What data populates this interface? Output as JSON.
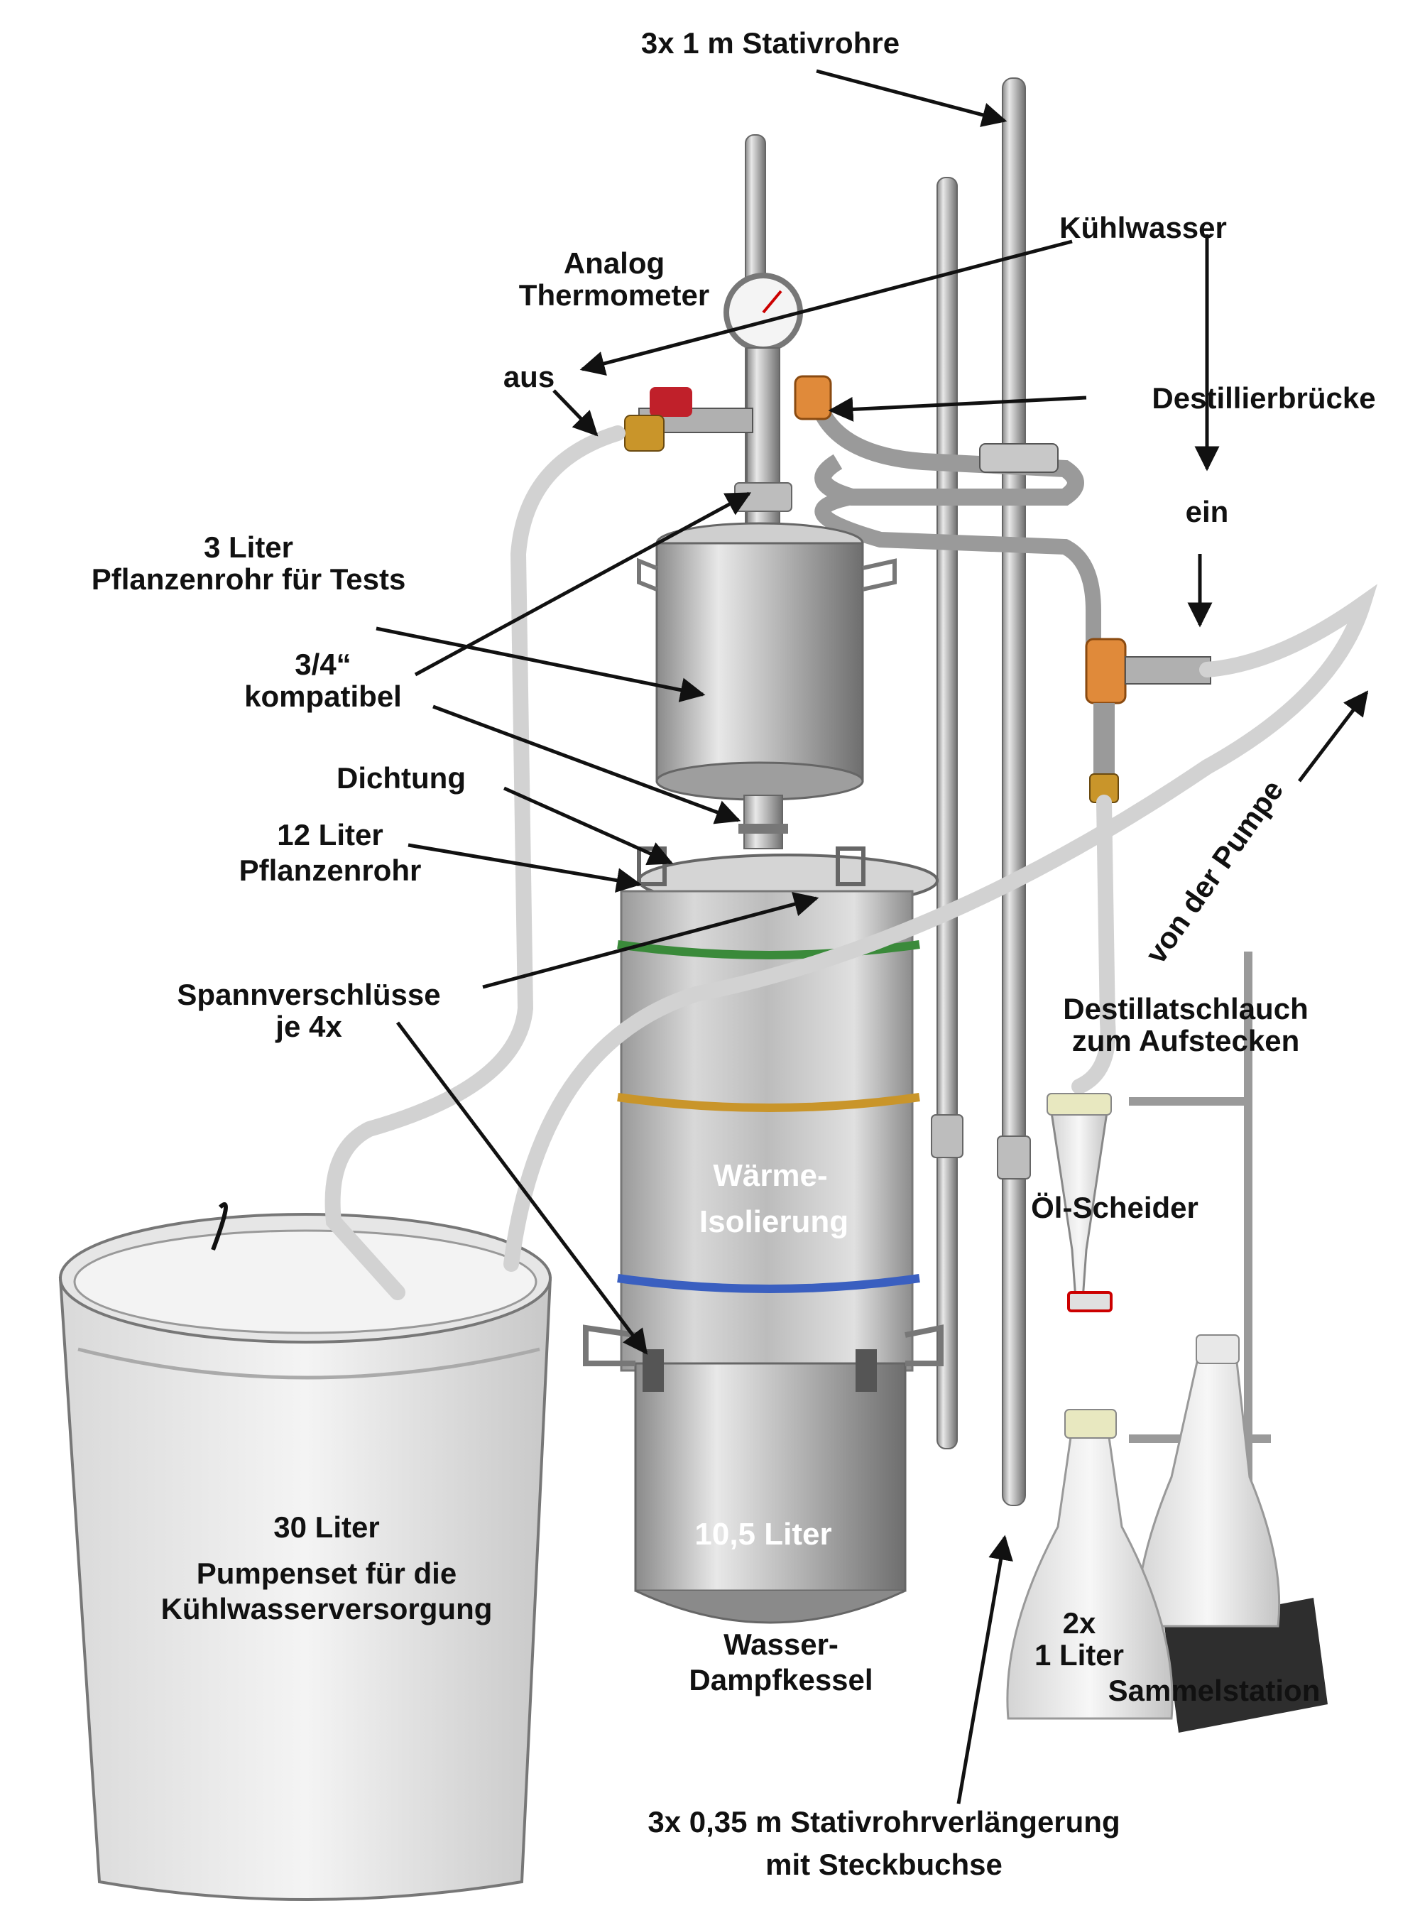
{
  "labels": {
    "stativrohre": "3x 1 m Stativrohre",
    "kuehlwasser": "Kühlwasser",
    "thermometer_l1": "Analog",
    "thermometer_l2": "Thermometer",
    "aus": "aus",
    "destillierbruecke": "Destillierbrücke",
    "ein": "ein",
    "pflanzenrohr3_l1": "3 Liter",
    "pflanzenrohr3_l2": "Pflanzenrohr für Tests",
    "kompatibel_l1": "3/4“",
    "kompatibel_l2": "kompatibel",
    "dichtung": "Dichtung",
    "pflanzenrohr12_l1": "12 Liter",
    "pflanzenrohr12_l2": "Pflanzenrohr",
    "von_der_pumpe": "von der Pumpe",
    "destillatschlauch_l1": "Destillatschlauch",
    "destillatschlauch_l2": "zum Aufstecken",
    "spannverschluesse_l1": "Spannverschlüsse",
    "spannverschluesse_l2": "je 4x",
    "waerme_l1": "Wärme-",
    "waerme_l2": "Isolierung",
    "oel_scheider": "Öl-Scheider",
    "kessel_volumen": "10,5 Liter",
    "eimer_l1": "30 Liter",
    "eimer_l2": "Pumpenset für die",
    "eimer_l3": "Kühlwasserversorgung",
    "liter2_l1": "2x",
    "liter2_l2": "1 Liter",
    "kessel_l1": "Wasser-",
    "kessel_l2": "Dampfkessel",
    "sammelstation": "Sammelstation",
    "verlaengerung_l1": "3x 0,35 m Stativrohrverlängerung",
    "verlaengerung_l2": "mit Steckbuchse"
  },
  "colors": {
    "text": "#111111",
    "steel": "#b8b8b8",
    "brass_orange": "#e08a3a",
    "valve_red": "#c0202a",
    "rope_green": "#3a8a3a",
    "rope_orange": "#c9952a",
    "rope_blue": "#3a5fc0"
  }
}
